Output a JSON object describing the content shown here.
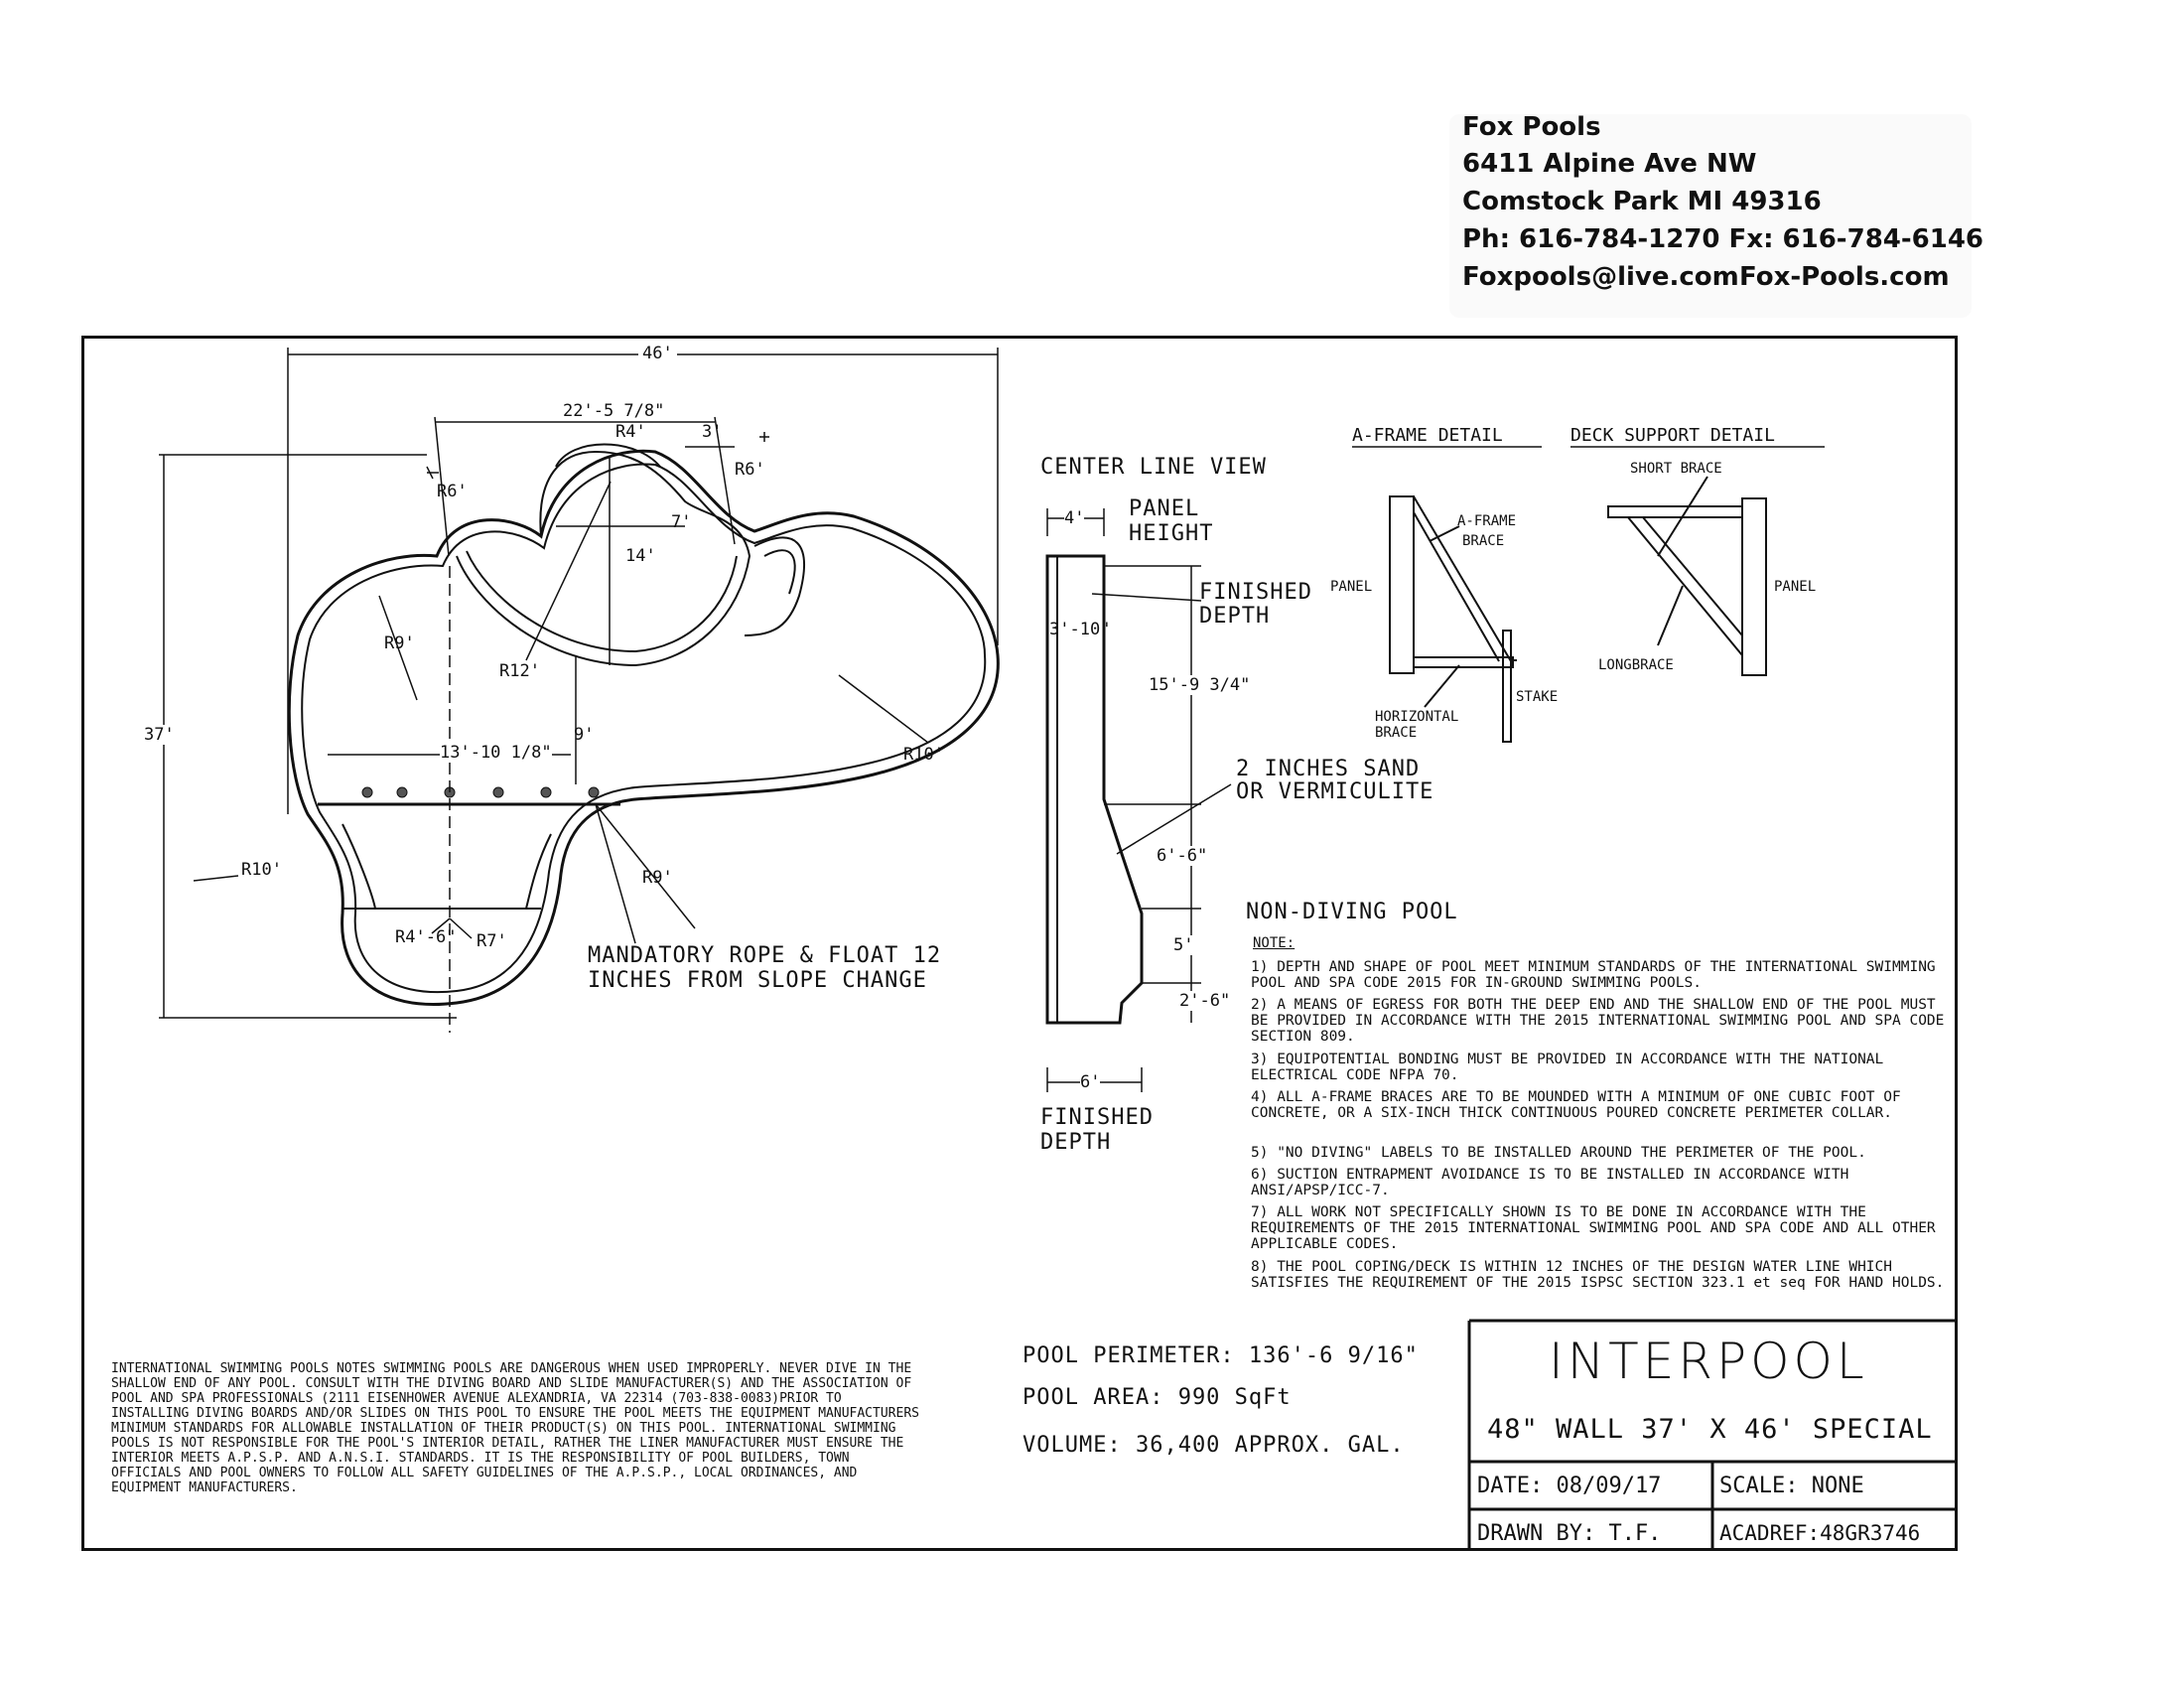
{
  "letterhead": {
    "company": "Fox Pools",
    "address1": "6411 Alpine Ave NW",
    "address2": "Comstock Park MI 49316",
    "phone": "Ph: 616-784-1270 Fx: 616-784-6146",
    "email": "Foxpools@live.com",
    "website": "Fox-Pools.com"
  },
  "plan": {
    "overall_width": "46'",
    "overall_length": "37'",
    "dim_top": "22'-5 7/8\"",
    "r4": "R4'",
    "dim_3": "3'",
    "r6_left": "R6'",
    "r6_right": "R6'",
    "dim_7": "7'",
    "dim_14": "14'",
    "r9_upper": "R9'",
    "r12": "R12'",
    "r10_right": "R10'",
    "dim_9": "9'",
    "dim_13": "13'-10 1/8\"",
    "r10_left": "R10'",
    "r9_lower": "R9'",
    "r4_6": "R4'-6\"",
    "r7": "R7'",
    "rope_note_1": "MANDATORY ROPE & FLOAT 12",
    "rope_note_2": "INCHES FROM SLOPE CHANGE"
  },
  "section": {
    "title": "CENTER LINE VIEW",
    "panel_height_1": "PANEL",
    "panel_height_2": "HEIGHT",
    "dim_4": "4'",
    "finished_depth_1": "FINISHED",
    "finished_depth_2": "DEPTH",
    "dim_3_10": "3'-10\"",
    "dim_15_9": "15'-9 3/4\"",
    "sand_1": "2 INCHES SAND",
    "sand_2": "OR VERMICULITE",
    "dim_6_6": "6'-6\"",
    "dim_5": "5'",
    "dim_2_6": "2'-6\"",
    "dim_6": "6'",
    "bottom_label_1": "FINISHED",
    "bottom_label_2": "DEPTH"
  },
  "aframe": {
    "title": "A-FRAME DETAIL",
    "panel": "PANEL",
    "brace_1": "A-FRAME",
    "brace_2": "BRACE",
    "horizontal_1": "HORIZONTAL",
    "horizontal_2": "BRACE",
    "stake": "STAKE"
  },
  "deck": {
    "title": "DECK SUPPORT DETAIL",
    "short_brace": "SHORT BRACE",
    "panel": "PANEL",
    "longbrace": "LONGBRACE"
  },
  "notes": {
    "title": "NON-DIVING POOL",
    "heading": "NOTE:",
    "items": [
      "1) DEPTH AND SHAPE OF POOL MEET MINIMUM STANDARDS OF THE INTERNATIONAL SWIMMING POOL AND SPA CODE 2015 FOR IN-GROUND SWIMMING POOLS.",
      "2) A MEANS OF EGRESS FOR BOTH THE DEEP END AND THE SHALLOW END OF THE POOL MUST BE PROVIDED IN ACCORDANCE WITH THE 2015 INTERNATIONAL SWIMMING POOL AND SPA CODE SECTION 809.",
      "3) EQUIPOTENTIAL BONDING MUST BE PROVIDED IN ACCORDANCE WITH THE NATIONAL ELECTRICAL CODE NFPA 70.",
      "4) ALL A-FRAME BRACES ARE TO BE MOUNDED WITH A MINIMUM OF ONE CUBIC FOOT OF CONCRETE, OR A SIX-INCH THICK CONTINUOUS POURED CONCRETE PERIMETER COLLAR.",
      "5) \"NO DIVING\" LABELS TO BE INSTALLED AROUND THE PERIMETER OF THE POOL.",
      "6) SUCTION ENTRAPMENT AVOIDANCE IS TO BE INSTALLED IN ACCORDANCE WITH ANSI/APSP/ICC-7.",
      "7) ALL WORK NOT SPECIFICALLY SHOWN IS TO BE DONE IN ACCORDANCE WITH THE REQUIREMENTS OF THE 2015 INTERNATIONAL SWIMMING POOL AND SPA CODE AND ALL OTHER APPLICABLE CODES.",
      "8) THE POOL COPING/DECK IS WITHIN 12 INCHES OF THE DESIGN WATER LINE WHICH SATISFIES THE REQUIREMENT OF THE 2015 ISPSC SECTION 323.1 et seq FOR HAND HOLDS."
    ]
  },
  "stats": {
    "perimeter": "POOL PERIMETER: 136'-6 9/16\"",
    "area": "POOL AREA: 990 SqFt",
    "volume": "VOLUME: 36,400 APPROX. GAL."
  },
  "titleblock": {
    "brand": "INTERPOOL",
    "model": "48\" WALL 37' X 46' SPECIAL",
    "date": "DATE: 08/09/17",
    "scale": "SCALE: NONE",
    "drawn": "DRAWN BY: T.F.",
    "acadref": "ACADREF:48GR3746"
  },
  "disclaimer": "INTERNATIONAL SWIMMING POOLS NOTES SWIMMING POOLS ARE DANGEROUS WHEN USED IMPROPERLY. NEVER DIVE IN THE SHALLOW END OF ANY POOL. CONSULT WITH THE DIVING BOARD AND SLIDE MANUFACTURER(S) AND THE ASSOCIATION OF POOL AND SPA PROFESSIONALS (2111 EISENHOWER AVENUE ALEXANDRIA, VA 22314 (703-838-0083)PRIOR TO INSTALLING DIVING BOARDS AND/OR SLIDES ON THIS POOL TO ENSURE THE POOL MEETS THE EQUIPMENT MANUFACTURERS MINIMUM STANDARDS FOR ALLOWABLE INSTALLATION OF THEIR PRODUCT(S) ON THIS POOL. INTERNATIONAL SWIMMING POOLS IS NOT RESPONSIBLE FOR THE POOL'S INTERIOR DETAIL, RATHER THE LINER MANUFACTURER MUST ENSURE THE INTERIOR MEETS A.P.S.P. AND A.N.S.I. STANDARDS. IT IS THE RESPONSIBILITY OF POOL BUILDERS, TOWN OFFICIALS AND POOL OWNERS TO FOLLOW ALL SAFETY GUIDELINES OF THE A.P.S.P., LOCAL ORDINANCES, AND EQUIPMENT MANUFACTURERS."
}
